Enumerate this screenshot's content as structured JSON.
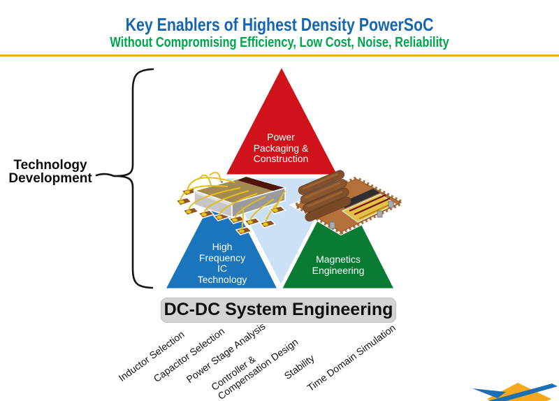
{
  "header": {
    "title": "Key Enablers of Highest Density PowerSoC",
    "subtitle": "Without Compromising Efficiency, Low Cost, Noise, Reliability"
  },
  "tech_development": {
    "label": "Technology\nDevelopment"
  },
  "pyramid": {
    "top": "Power\nPackaging &\nConstruction",
    "bottom_left": "High\nFrequency\nIC\nTechnology",
    "bottom_right": "Magnetics\nEngineering",
    "center_label": ""
  },
  "system_bar": {
    "label": "DC-DC System Engineering"
  },
  "process_labels": [
    "Inductor Selection",
    "Capacitor Selection",
    "Power Stage Analysis",
    "Controller &\nCompensation Design",
    "Stability",
    "Time Domain Simulation"
  ],
  "images": {
    "left_chip": "power-soc-ic-package-3d-render",
    "right_chip": "integrated-magnetics-component-3d-render",
    "logo": "blue-swoosh-orange-diamond-logo"
  },
  "colors": {
    "title_blue": "#1565B0",
    "subtitle_green": "#00A44E",
    "rule_orange": "#F2A72E",
    "pyramid_red": "#D0121B",
    "pyramid_blue": "#1A75BC",
    "pyramid_green": "#0A7B33",
    "pyramid_center": "#CCE0F6",
    "bar_gray": "#D3D3D3"
  }
}
